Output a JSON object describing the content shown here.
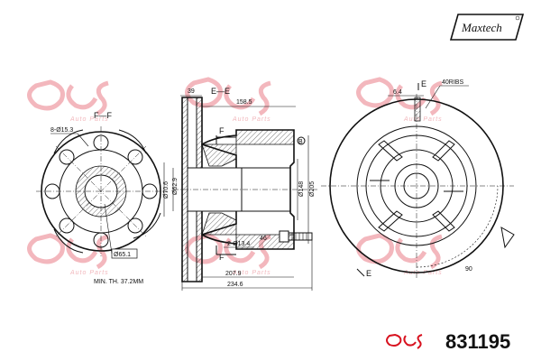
{
  "brand": {
    "logo_text": "Maxtech"
  },
  "watermark": {
    "logo": "qps",
    "text": "Auto Parts"
  },
  "part_number": "831195",
  "footer_logo": "qps",
  "views": {
    "front": {
      "section_label": "F—F",
      "bolt_circle": "8-Ø15.3",
      "center_bore": "Ø65.1",
      "min_thickness": "MIN. TH. 37.2MM"
    },
    "section": {
      "section_label": "E—E",
      "dim_39": "39",
      "dim_158_5": "158.5",
      "dim_62_9": "Ø62.9",
      "dim_70_6": "Ø70.6",
      "dim_148": "Ø148",
      "dim_205": "Ø205",
      "hole_dim": "2-Ø13.4",
      "dim_46": "46",
      "dim_207_9": "207.9",
      "dim_234_6": "234.6",
      "marker_b": "B",
      "marker_f_top": "F",
      "marker_f_bottom": "F"
    },
    "right": {
      "dim_6_4": "6.4",
      "marker_e_top": "E",
      "ribs": "40RIBS",
      "marker_e_bottom": "E",
      "angle": "90"
    }
  }
}
